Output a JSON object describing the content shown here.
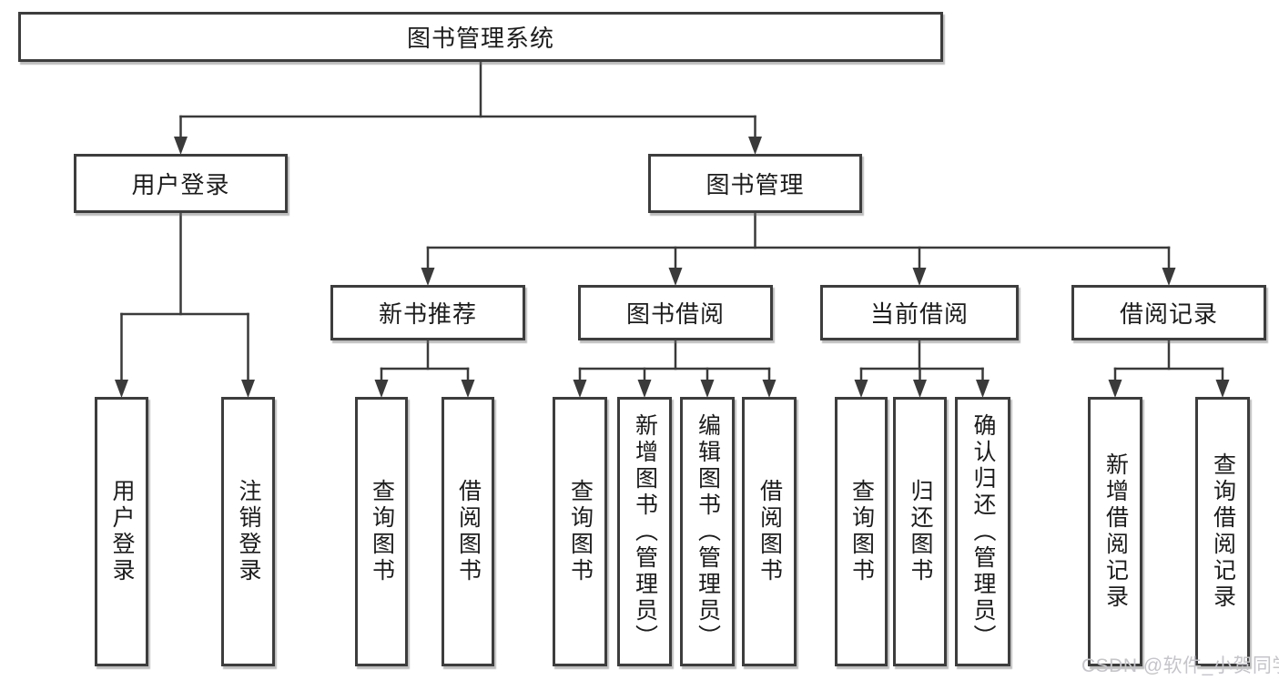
{
  "title": "图书管理系统",
  "watermark": "CSDN @软件_小贺同学",
  "colors": {
    "line": "#3a3a3a",
    "box_border": "#3d3d3d",
    "background": "#ffffff",
    "text": "#1c1c1c",
    "watermark": "#c5c5ca"
  },
  "nodes": [
    {
      "id": "root",
      "label": "图书管理系统",
      "parent": null,
      "text_direction": "horizontal"
    },
    {
      "id": "login",
      "label": "用户登录",
      "parent": "root",
      "text_direction": "horizontal"
    },
    {
      "id": "bookmgmt",
      "label": "图书管理",
      "parent": "root",
      "text_direction": "horizontal"
    },
    {
      "id": "newbook",
      "label": "新书推荐",
      "parent": "bookmgmt",
      "text_direction": "horizontal"
    },
    {
      "id": "borrow",
      "label": "图书借阅",
      "parent": "bookmgmt",
      "text_direction": "horizontal"
    },
    {
      "id": "current",
      "label": "当前借阅",
      "parent": "bookmgmt",
      "text_direction": "horizontal"
    },
    {
      "id": "records",
      "label": "借阅记录",
      "parent": "bookmgmt",
      "text_direction": "horizontal"
    },
    {
      "id": "user-login",
      "label": "用户登录",
      "parent": "login",
      "text_direction": "vertical"
    },
    {
      "id": "logout",
      "label": "注销登录",
      "parent": "login",
      "text_direction": "vertical"
    },
    {
      "id": "nb-query",
      "label": "查询图书",
      "parent": "newbook",
      "text_direction": "vertical"
    },
    {
      "id": "nb-borrow",
      "label": "借阅图书",
      "parent": "newbook",
      "text_direction": "vertical"
    },
    {
      "id": "bw-query",
      "label": "查询图书",
      "parent": "borrow",
      "text_direction": "vertical"
    },
    {
      "id": "bw-add",
      "label": "新增图书（管理员）",
      "parent": "borrow",
      "text_direction": "vertical"
    },
    {
      "id": "bw-edit",
      "label": "编辑图书（管理员）",
      "parent": "borrow",
      "text_direction": "vertical"
    },
    {
      "id": "bw-borrow",
      "label": "借阅图书",
      "parent": "borrow",
      "text_direction": "vertical"
    },
    {
      "id": "cur-query",
      "label": "查询图书",
      "parent": "current",
      "text_direction": "vertical"
    },
    {
      "id": "cur-return",
      "label": "归还图书",
      "parent": "current",
      "text_direction": "vertical"
    },
    {
      "id": "cur-confirm",
      "label": "确认归还（管理员）",
      "parent": "current",
      "text_direction": "vertical"
    },
    {
      "id": "rec-add",
      "label": "新增借阅记录",
      "parent": "records",
      "text_direction": "vertical"
    },
    {
      "id": "rec-query",
      "label": "查询借阅记录",
      "parent": "records",
      "text_direction": "vertical"
    }
  ]
}
